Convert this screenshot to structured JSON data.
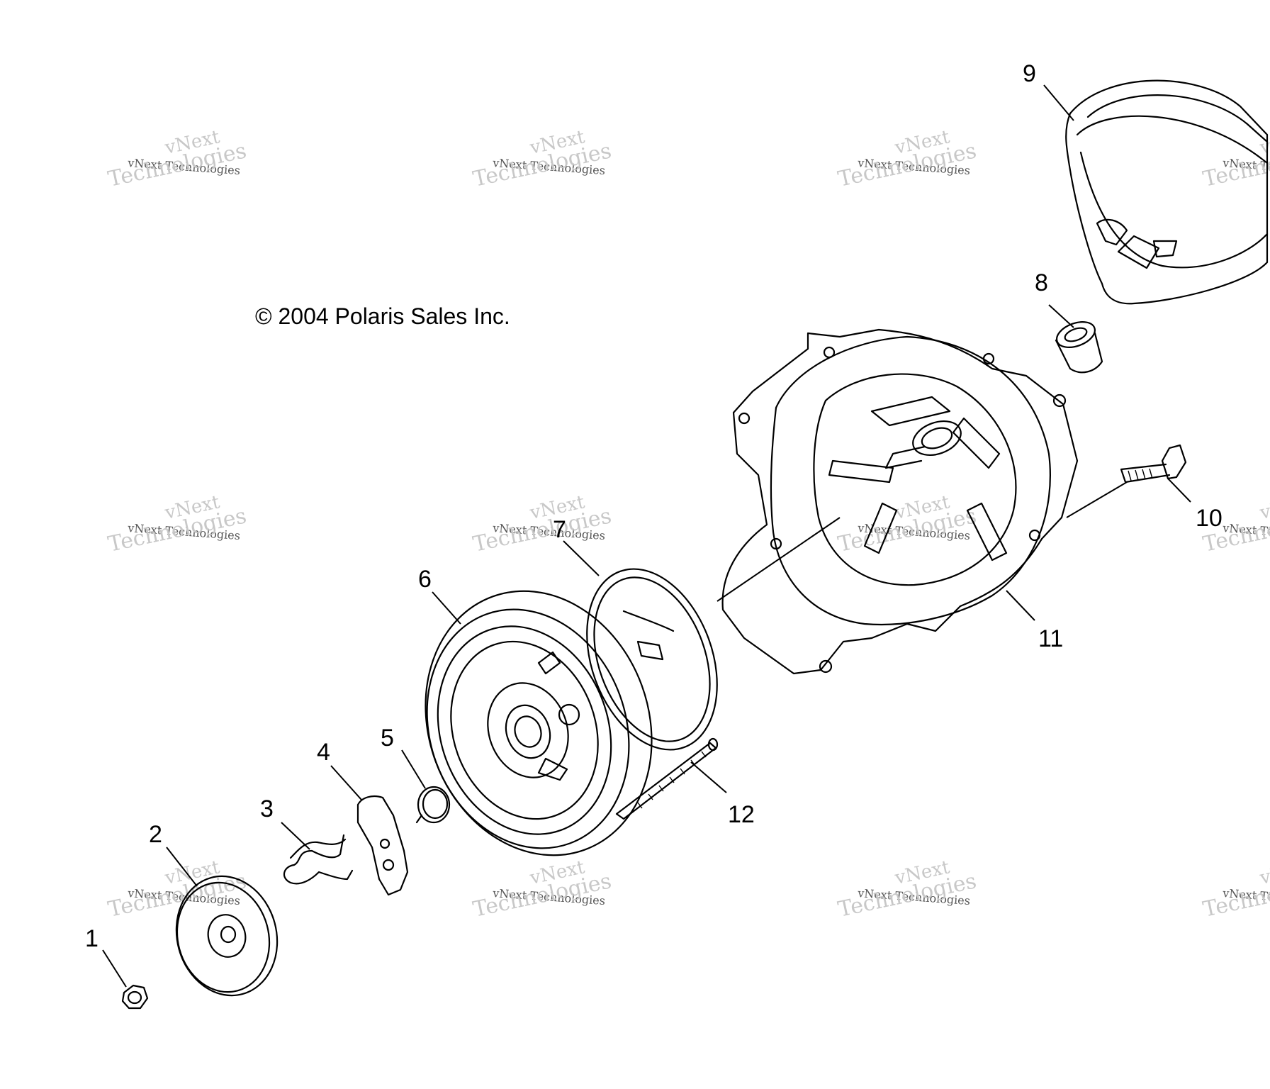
{
  "copyright": "© 2004 Polaris Sales Inc.",
  "watermark": {
    "line1": "vNext",
    "line2": "vNext Technologies",
    "line3": "Technologies"
  },
  "callouts": [
    "1",
    "2",
    "3",
    "4",
    "5",
    "6",
    "7",
    "8",
    "9",
    "10",
    "11",
    "12"
  ]
}
